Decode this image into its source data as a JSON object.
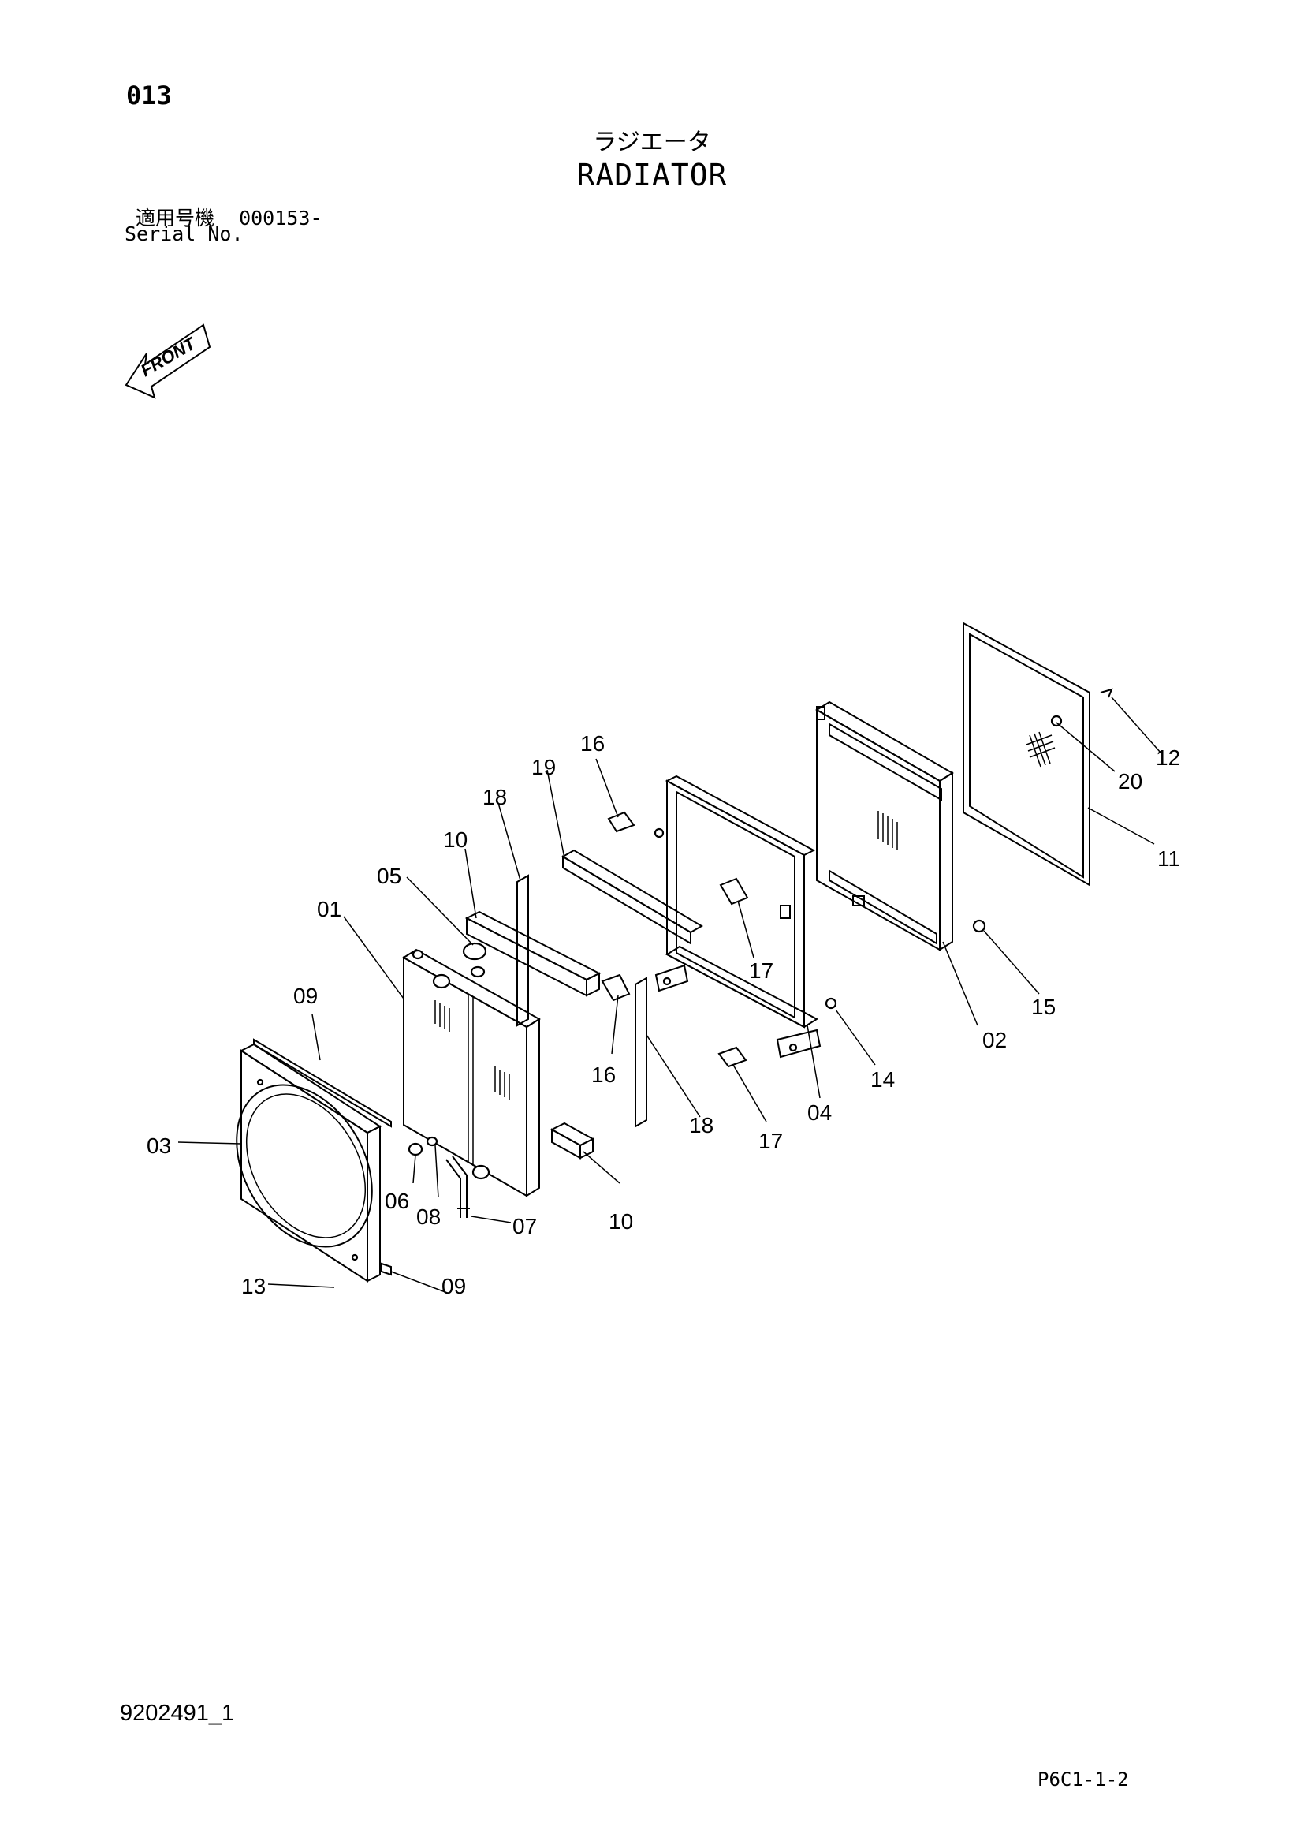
{
  "header": {
    "page_number": "013",
    "title_jp": "ラジエータ",
    "title_en": "RADIATOR",
    "serial_label_jp": "適用号機",
    "serial_value": "000153-",
    "serial_label_en": "Serial No."
  },
  "front_arrow_label": "FRONT",
  "callouts": {
    "c01": "01",
    "c02": "02",
    "c03": "03",
    "c04": "04",
    "c05": "05",
    "c06": "06",
    "c07": "07",
    "c08": "08",
    "c09a": "09",
    "c09b": "09",
    "c10a": "10",
    "c10b": "10",
    "c11": "11",
    "c12": "12",
    "c13": "13",
    "c14": "14",
    "c15": "15",
    "c16a": "16",
    "c16b": "16",
    "c17a": "17",
    "c17b": "17",
    "c18a": "18",
    "c18b": "18",
    "c19": "19",
    "c20": "20"
  },
  "footer": {
    "drawing_id": "9202491_1",
    "sheet_code": "P6C1-1-2"
  }
}
